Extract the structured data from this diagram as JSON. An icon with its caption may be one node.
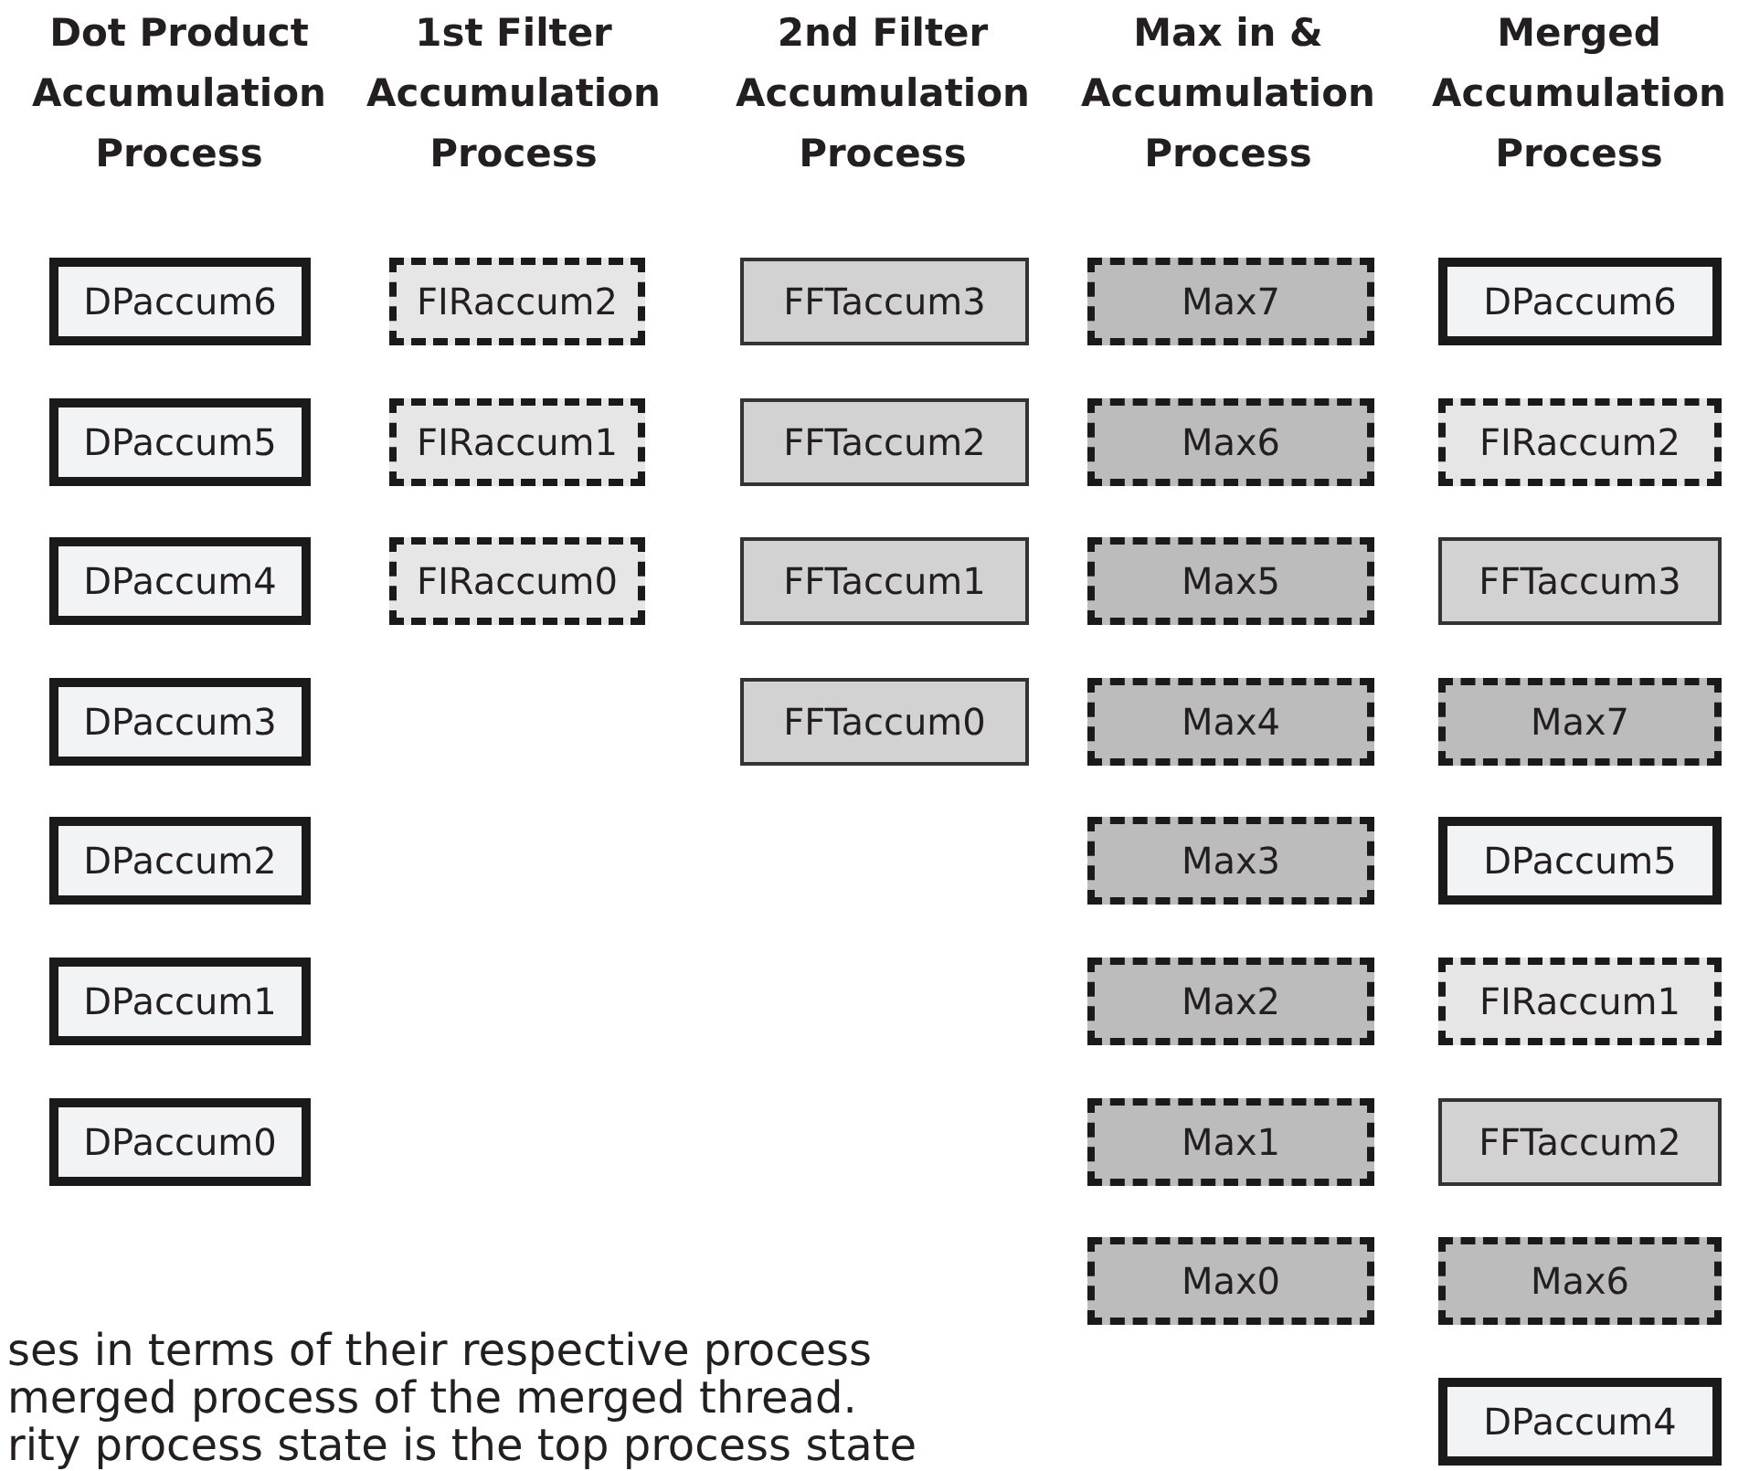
{
  "diagram": {
    "nodes": [
      {
        "text": [
          "DPaccum6"
        ]
      },
      {
        "text": [
          "FIRaccum2"
        ]
      },
      {
        "text": [
          "FFTaccum3"
        ]
      },
      {
        "text": [
          "Max7"
        ]
      },
      {
        "text": [
          "DPaccum6"
        ]
      },
      {
        "text": [
          "DPaccum5"
        ]
      },
      {
        "text": [
          "FIRaccum1"
        ]
      },
      {
        "text": [
          "FFTaccum2"
        ]
      },
      {
        "text": [
          "Max6"
        ]
      },
      {
        "text": [
          "FIRaccum2"
        ]
      },
      {
        "text": [
          "DPaccum4"
        ]
      },
      {
        "text": [
          "FIRaccum0"
        ]
      },
      {
        "text": [
          "FFTaccum1"
        ]
      },
      {
        "text": [
          "Max5"
        ]
      },
      {
        "text": [
          "FFTaccum3"
        ]
      },
      {
        "text": [
          "DPaccum3"
        ]
      },
      {
        "text": [
          "FFTaccum0"
        ]
      },
      {
        "text": [
          "Max4"
        ]
      },
      {
        "text": [
          "Max7"
        ]
      },
      {
        "text": [
          "DPaccum2"
        ]
      },
      {
        "text": [
          "Max3"
        ]
      },
      {
        "text": [
          "DPaccum5"
        ]
      },
      {
        "text": [
          "DPaccum1"
        ]
      },
      {
        "text": [
          "Max2"
        ]
      },
      {
        "text": [
          "FIRaccum1"
        ]
      },
      {
        "text": [
          "DPaccum0"
        ]
      },
      {
        "text": [
          "Max1"
        ]
      },
      {
        "text": [
          "FFTaccum2"
        ]
      },
      {
        "text": [
          "Max0"
        ]
      },
      {
        "text": [
          "Max6"
        ]
      },
      {
        "text": [
          "DPaccum4"
        ]
      }
    ],
    "labels": [
      "Dot Product Accumulation Process",
      "1st Filter Accumulation Process",
      "2nd Filter Accumulation Process",
      "Max in & Accumulation Process",
      "Merged Accumulation Process",
      "ses in terms of their respective process",
      "merged process of the merged thread.",
      "rity process state is the top process state"
    ]
  }
}
